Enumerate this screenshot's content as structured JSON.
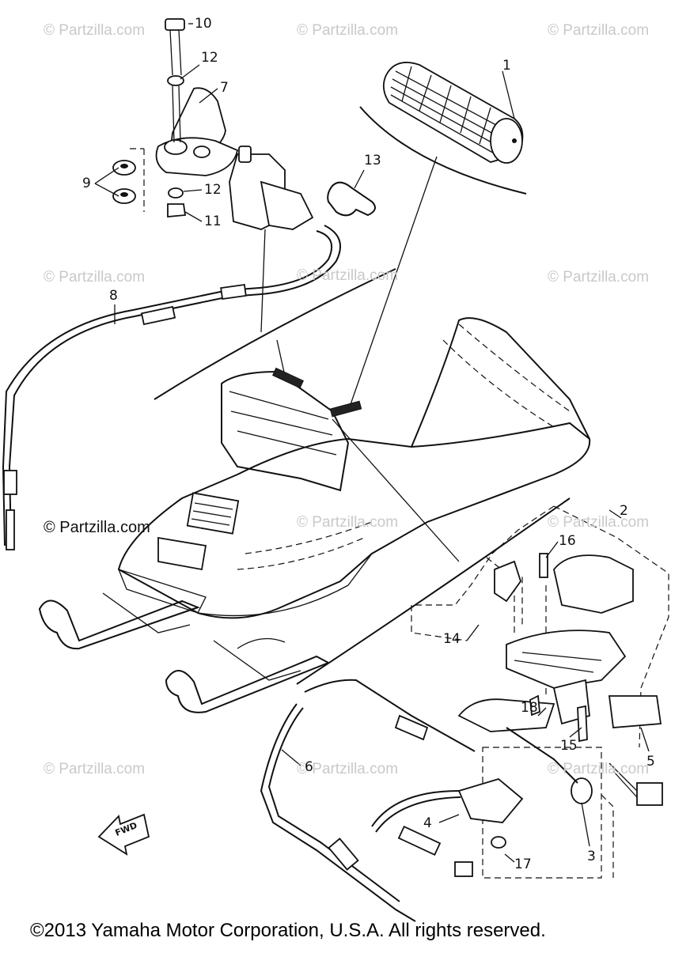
{
  "watermarks": [
    "© Partzilla.com",
    "© Partzilla.com",
    "© Partzilla.com",
    "© Partzilla.com",
    "© Partzilla.com",
    "© Partzilla.com",
    "© Partzilla.com",
    "© Partzilla.com",
    "© Partzilla.com",
    "© Partzilla.com",
    "© Partzilla.com"
  ],
  "watermark_primary": "© Partzilla.com",
  "callouts": {
    "c1": "1",
    "c2": "2",
    "c3": "3",
    "c4": "4",
    "c5": "5",
    "c6": "6",
    "c7": "7",
    "c8": "8",
    "c9": "9",
    "c10": "10",
    "c11": "11",
    "c12a": "12",
    "c12b": "12",
    "c13": "13",
    "c14": "14",
    "c15": "15",
    "c16": "16",
    "c17": "17",
    "c18": "18"
  },
  "fwd_label": "FWD",
  "copyright": "©2013 Yamaha Motor Corporation, U.S.A. All rights reserved."
}
